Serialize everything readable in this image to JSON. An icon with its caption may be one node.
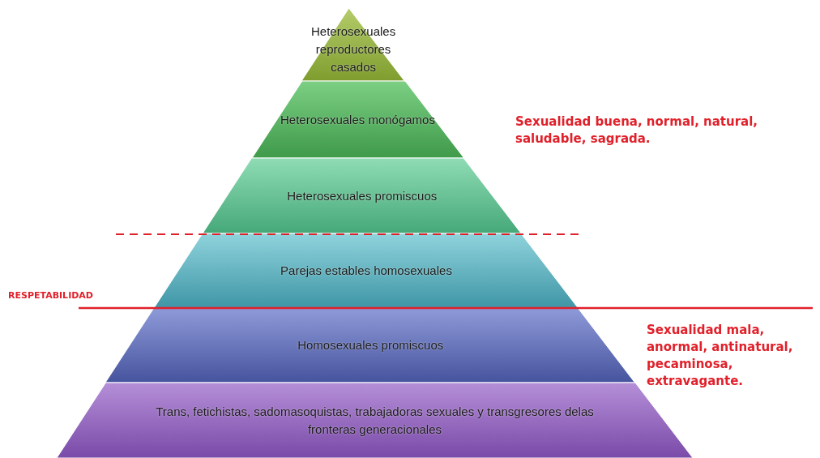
{
  "diagram": {
    "nodes": [
      {
        "text": [
          "Heterosexuales reproductores casados"
        ]
      },
      {
        "text": [
          "Heterosexuales monógamos"
        ]
      },
      {
        "text": [
          "Heterosexuales promiscuos"
        ]
      },
      {
        "text": [
          "Parejas estables homosexuales"
        ]
      },
      {
        "text": [
          "Homosexuales promiscuos"
        ]
      },
      {
        "text": [
          "Trans, fetichistas, sadomasoquistas, trabajadoras sexuales y transgresores delas fronteras generacionales"
        ]
      }
    ],
    "labels": [
      "Sexualidad buena, normal, natural, saludable, sagrada.",
      "RESPETABILIDAD",
      "Sexualidad mala, anormal, antinatural, pecaminosa, extravagante."
    ]
  }
}
